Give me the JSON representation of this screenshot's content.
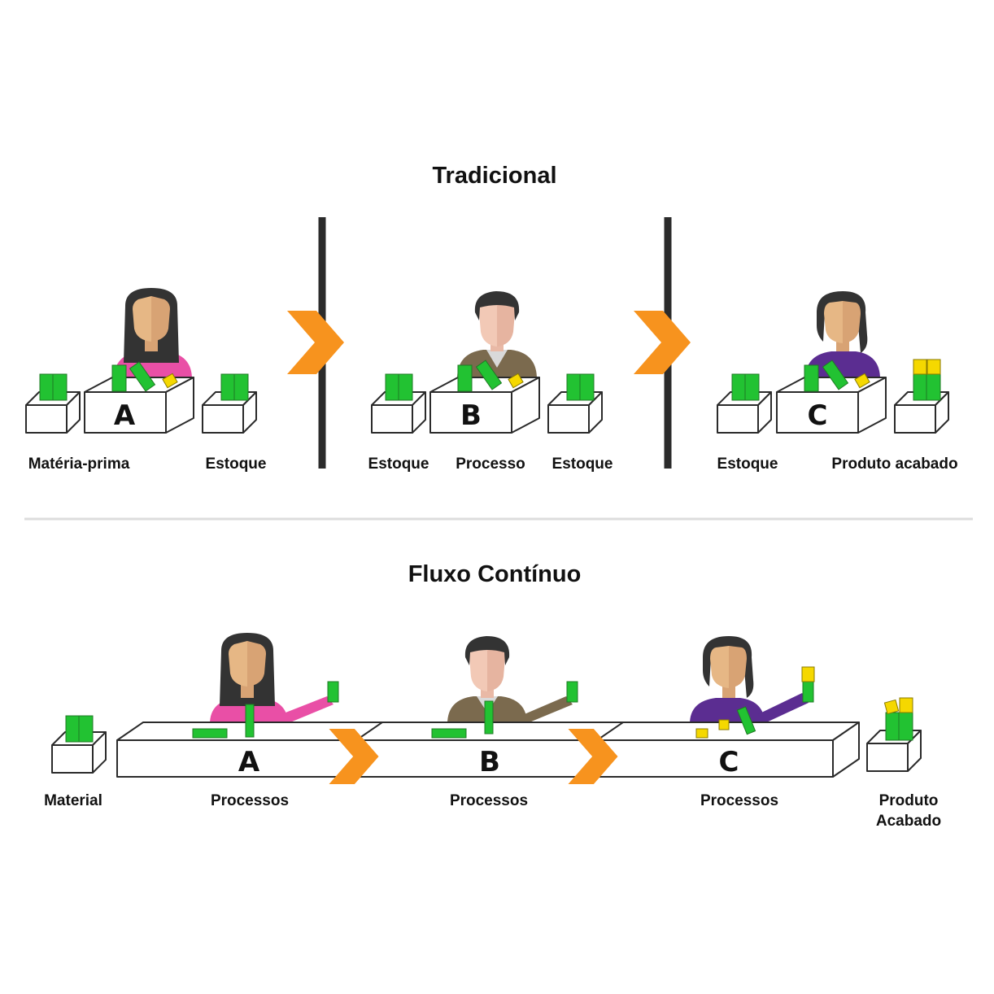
{
  "colors": {
    "accent": "#f7931e",
    "green": "#22c232",
    "green_dark": "#1f7a24",
    "yellow": "#f5d800",
    "divider": "#2b2b2b",
    "pink": "#e94fa6",
    "brown": "#7b6a4e",
    "purple": "#5b2d91"
  },
  "traditional": {
    "title": "Tradicional",
    "stations": [
      {
        "letter": "A",
        "labels": [
          "Matéria-prima",
          "Estoque"
        ]
      },
      {
        "letter": "B",
        "labels": [
          "Estoque",
          "Processo",
          "Estoque"
        ]
      },
      {
        "letter": "C",
        "labels": [
          "Estoque",
          "Produto acabado"
        ]
      }
    ]
  },
  "continuous": {
    "title": "Fluxo Contínuo",
    "material_label": "Material",
    "stations": [
      {
        "letter": "A",
        "label": "Processos"
      },
      {
        "letter": "B",
        "label": "Processos"
      },
      {
        "letter": "C",
        "label": "Processos"
      }
    ],
    "output_label_line1": "Produto",
    "output_label_line2": "Acabado"
  }
}
